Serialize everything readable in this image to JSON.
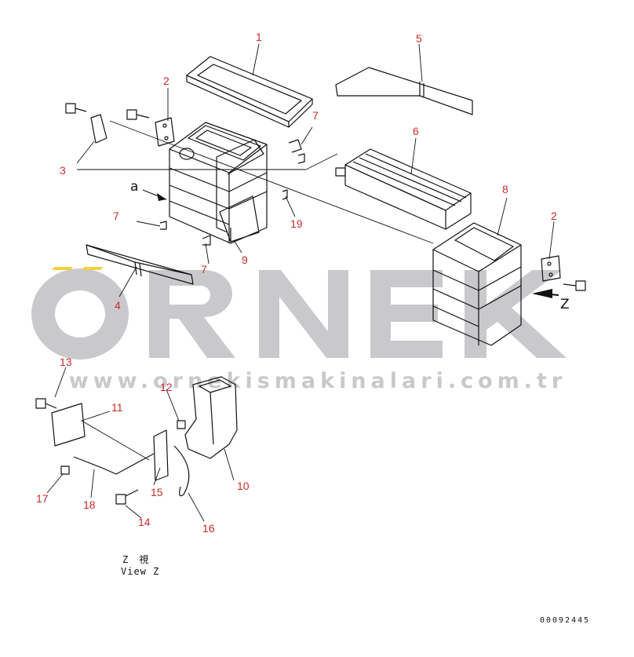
{
  "watermark": {
    "brand": "ÖRNEK",
    "url": "www.ornekismakinalari.com.tr",
    "color": "#c9c9cc",
    "accent": "#f3d23a"
  },
  "callout_color": "#cc2a2a",
  "callouts": {
    "c1": "1",
    "c2a": "2",
    "c2b": "2",
    "c3": "3",
    "c4": "4",
    "c5": "5",
    "c6": "6",
    "c7a": "7",
    "c7b": "7",
    "c7c": "7",
    "c8": "8",
    "c9": "9",
    "c10": "10",
    "c11": "11",
    "c12": "12",
    "c13": "13",
    "c14": "14",
    "c15": "15",
    "c16": "16",
    "c17": "17",
    "c18": "18",
    "c19": "19"
  },
  "view_arrows": {
    "a": "a",
    "z": "Z"
  },
  "view_label": {
    "jp": "Z　視",
    "en": "View Z"
  },
  "drawing_code": "00092445"
}
